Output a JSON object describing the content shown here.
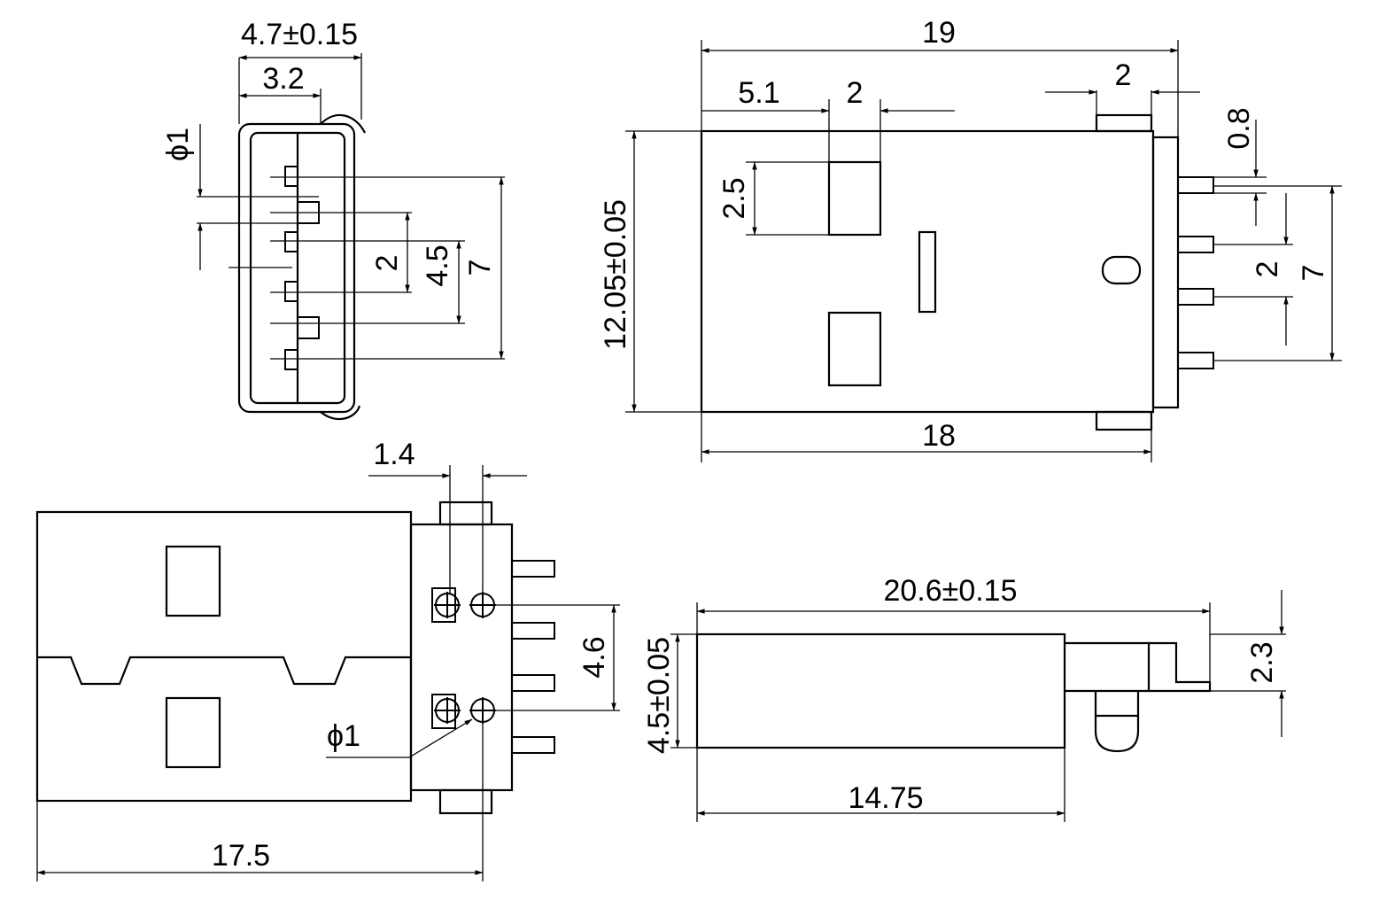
{
  "views": {
    "end_view": {
      "dim_width_overall": "4.7±0.15",
      "dim_width_inner": "3.2",
      "dim_hole": "ϕ1",
      "dim_pitch": "2",
      "dim_pin_span": "4.5",
      "dim_overall_span": "7"
    },
    "top_view": {
      "dim_length_overall": "19",
      "dim_window_offset": "5.1",
      "dim_window_width": "2",
      "dim_tab_width": "2",
      "dim_pin_width": "0.8",
      "dim_window_height": "2.5",
      "dim_body_height": "12.05±0.05",
      "dim_pin_pitch": "2",
      "dim_pin_span": "7",
      "dim_body_length": "18"
    },
    "bottom_view": {
      "dim_tab_offset": "1.4",
      "dim_hole_spacing": "4.6",
      "dim_hole": "ϕ1",
      "dim_length": "17.5"
    },
    "side_view": {
      "dim_length_overall": "20.6±0.15",
      "dim_height": "4.5±0.05",
      "dim_tab_height": "2.3",
      "dim_body_length": "14.75"
    }
  },
  "colors": {
    "line": "#000000",
    "background": "#ffffff"
  }
}
